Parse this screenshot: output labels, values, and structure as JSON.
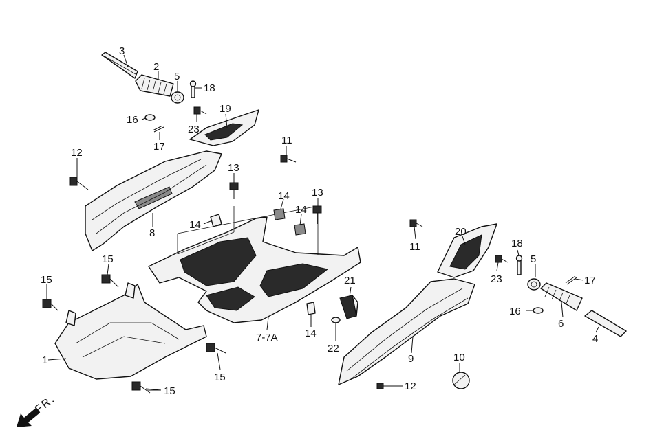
{
  "labels": {
    "l1": "1",
    "l2": "2",
    "l3": "3",
    "l4": "4",
    "l5a": "5",
    "l5b": "5",
    "l6": "6",
    "l7": "7-7A",
    "l8": "8",
    "l9": "9",
    "l10": "10",
    "l11a": "11",
    "l11b": "11",
    "l12a": "12",
    "l12b": "12",
    "l13a": "13",
    "l13b": "13",
    "l14a": "14",
    "l14b": "14",
    "l14c": "14",
    "l14d": "14",
    "l15a": "15",
    "l15b": "15",
    "l15c": "15",
    "l15d": "15",
    "l16a": "16",
    "l16b": "16",
    "l17a": "17",
    "l17b": "17",
    "l18a": "18",
    "l18b": "18",
    "l19": "19",
    "l20": "20",
    "l21": "21",
    "l22": "22",
    "l23a": "23",
    "l23b": "23"
  },
  "direction": {
    "text": "FR."
  }
}
